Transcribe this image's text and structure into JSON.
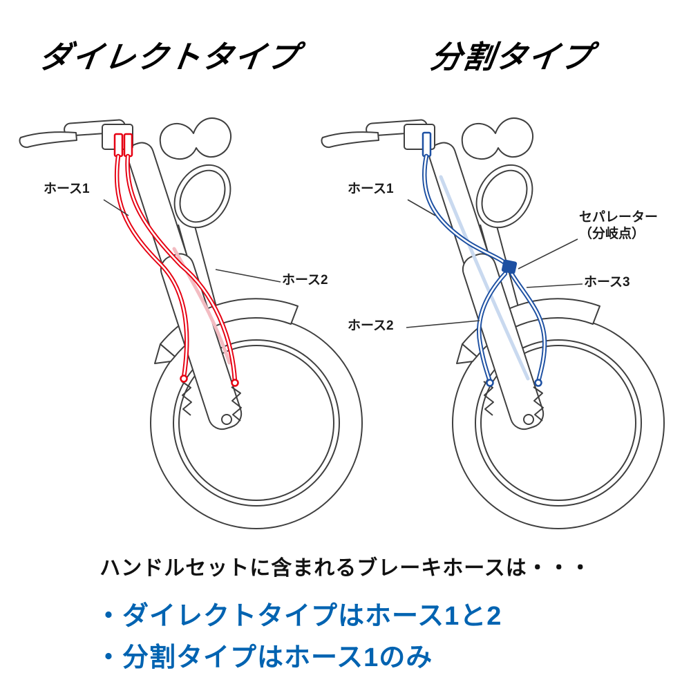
{
  "titles": {
    "direct": "ダイレクトタイプ",
    "split": "分割タイプ"
  },
  "labels": {
    "direct_hose1": "ホース1",
    "direct_hose2": "ホース2",
    "split_hose1": "ホース1",
    "split_separator": "セパレーター\n（分岐点）",
    "split_hose3": "ホース3",
    "split_hose2": "ホース2"
  },
  "caption": {
    "heading": "ハンドルセットに含まれるブレーキホースは・・・",
    "bullet_direct": "・ダイレクトタイプはホース1と2",
    "bullet_split": "・分割タイプはホース1のみ"
  },
  "colors": {
    "direct_hose": "#e60012",
    "split_hose": "#1d50a2",
    "caption_blue": "#0063b1",
    "line_art": "#3f3f3f"
  }
}
